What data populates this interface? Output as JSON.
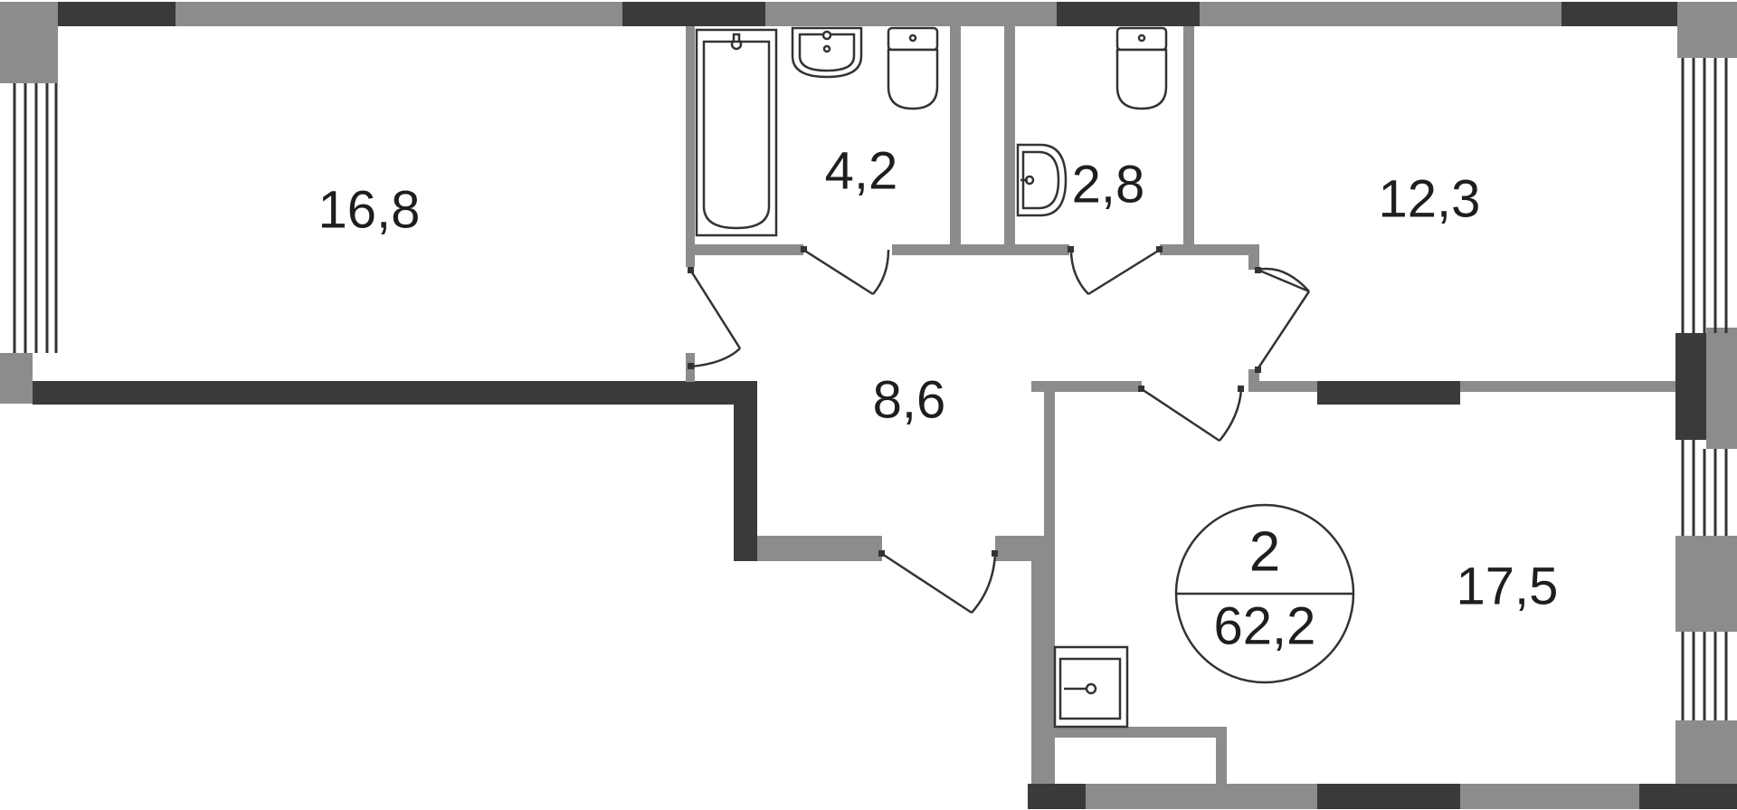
{
  "rooms": [
    {
      "id": "living-room",
      "area": "16,8"
    },
    {
      "id": "bathroom",
      "area": "4,2"
    },
    {
      "id": "toilet",
      "area": "2,8"
    },
    {
      "id": "bedroom",
      "area": "12,3"
    },
    {
      "id": "hallway",
      "area": "8,6"
    },
    {
      "id": "kitchen-living",
      "area": "17,5"
    }
  ],
  "summary": {
    "room_count": "2",
    "total_area": "62,2"
  },
  "colors": {
    "exterior_wall": "#3a3a3a",
    "wall": "#8c8c8c",
    "fixture_stroke": "#333333",
    "text": "#1e1e1e",
    "background": "#ffffff"
  },
  "icons": [
    "bathtub-icon",
    "sink-icon",
    "toilet-icon",
    "door-swing-icon",
    "window-icon",
    "stove-icon"
  ]
}
